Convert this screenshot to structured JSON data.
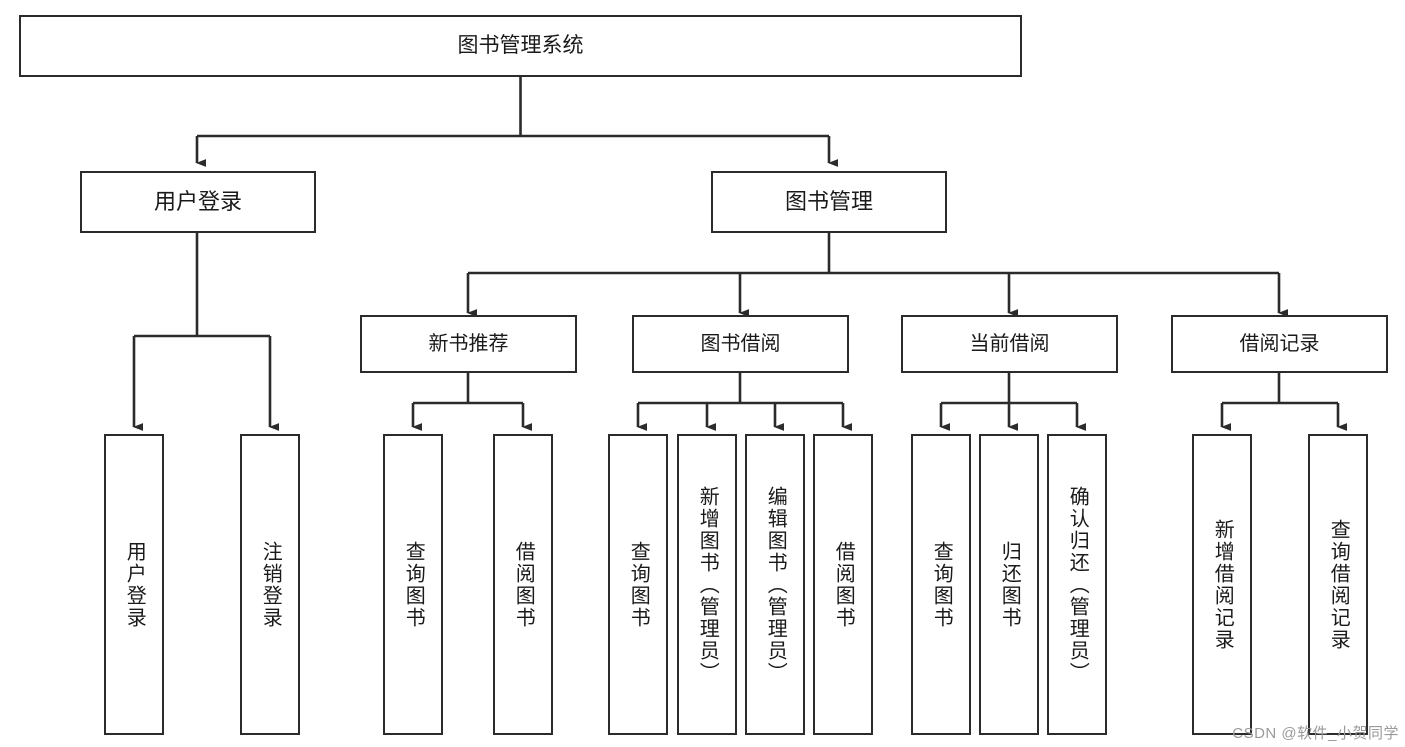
{
  "diagram": {
    "type": "tree-hierarchy-chart",
    "title": "图书管理系统",
    "stroke_color": "#2b2b2b",
    "background_color": "#ffffff",
    "text_color": "#1a1a1a",
    "root": {
      "label": "图书管理系统",
      "id": "root"
    },
    "level1": [
      {
        "id": "user-login",
        "label": "用户登录"
      },
      {
        "id": "book-manage",
        "label": "图书管理"
      }
    ],
    "level2": [
      {
        "id": "new-book-rec",
        "label": "新书推荐",
        "parent": "book-manage"
      },
      {
        "id": "book-borrow",
        "label": "图书借阅",
        "parent": "book-manage"
      },
      {
        "id": "current-borrow",
        "label": "当前借阅",
        "parent": "book-manage"
      },
      {
        "id": "borrow-record",
        "label": "借阅记录",
        "parent": "book-manage"
      }
    ],
    "leaves": {
      "user-login": [
        {
          "id": "leaf-user-login",
          "label": "用户登录"
        },
        {
          "id": "leaf-user-logout",
          "label": "注销登录"
        }
      ],
      "new-book-rec": [
        {
          "id": "leaf-query-book-1",
          "label": "查询图书"
        },
        {
          "id": "leaf-borrow-book-1",
          "label": "借阅图书"
        }
      ],
      "book-borrow": [
        {
          "id": "leaf-query-book-2",
          "label": "查询图书"
        },
        {
          "id": "leaf-add-book",
          "label": "新增图书（管理员）"
        },
        {
          "id": "leaf-edit-book",
          "label": "编辑图书（管理员）"
        },
        {
          "id": "leaf-borrow-book-2",
          "label": "借阅图书"
        }
      ],
      "current-borrow": [
        {
          "id": "leaf-query-book-3",
          "label": "查询图书"
        },
        {
          "id": "leaf-return-book",
          "label": "归还图书"
        },
        {
          "id": "leaf-confirm-return",
          "label": "确认归还（管理员）"
        }
      ],
      "borrow-record": [
        {
          "id": "leaf-add-record",
          "label": "新增借阅记录"
        },
        {
          "id": "leaf-query-record",
          "label": "查询借阅记录"
        }
      ]
    }
  },
  "watermark": {
    "text": "CSDN @软件_小贺同学"
  }
}
